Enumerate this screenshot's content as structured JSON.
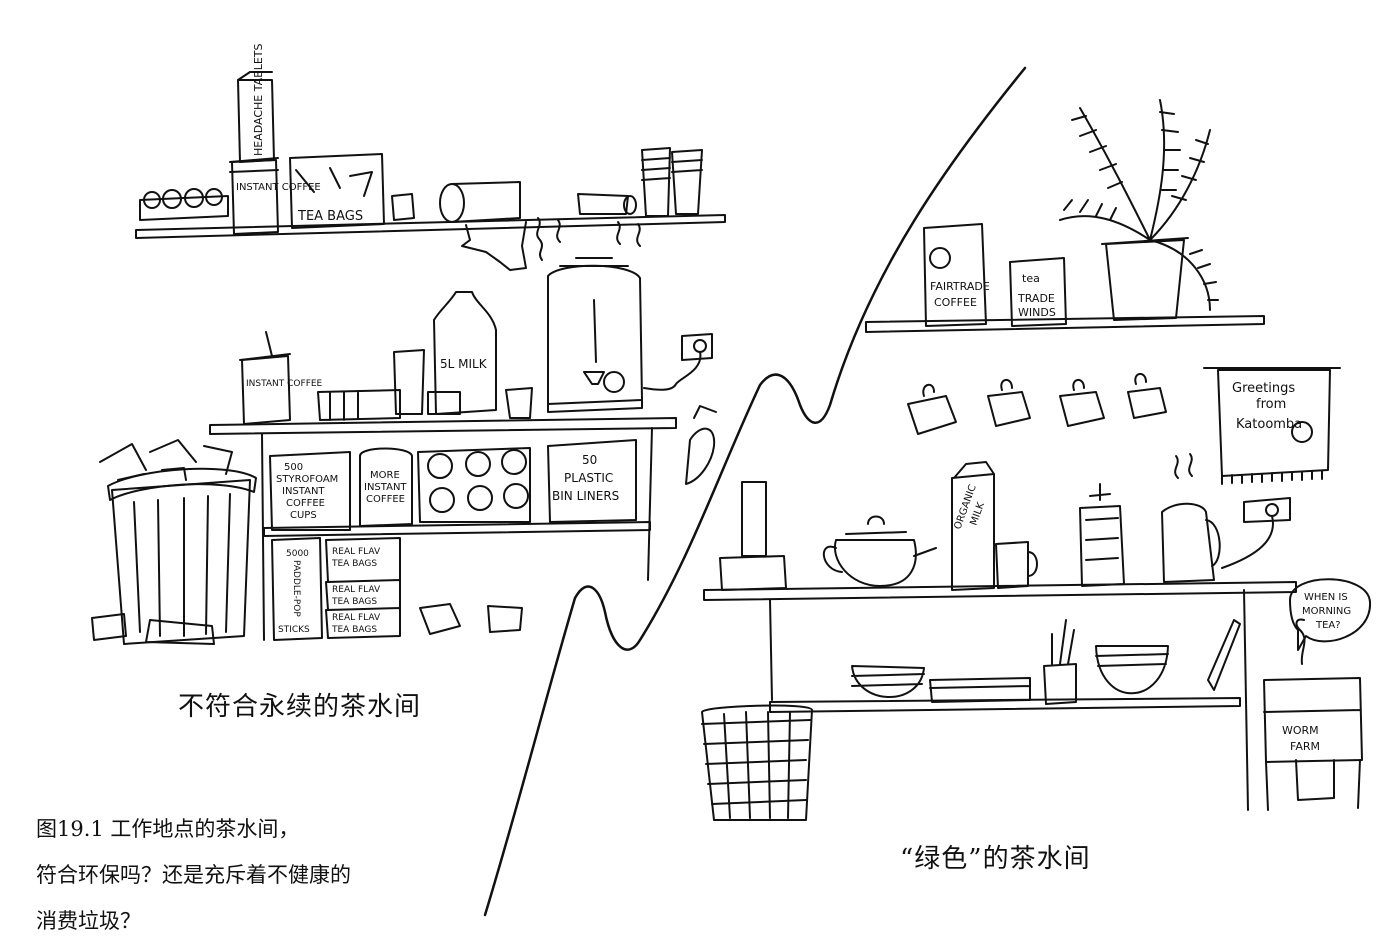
{
  "captions": {
    "left_title": "不符合永续的茶水间",
    "right_title": "“绿色”的茶水间",
    "figure_lines": [
      "图19.1  工作地点的茶水间，",
      "符合环保吗？还是充斥着不健康的",
      "消费垃圾？"
    ]
  },
  "left_labels": {
    "headache_tablets": "HEADACHE TABLETS",
    "instant_coffee_top": "INSTANT COFFEE",
    "tea_bags": "TEA BAGS",
    "milk": "5L MILK",
    "instant_coffee_mid": "INSTANT COFFEE",
    "styrofoam": [
      "500",
      "STYROFOAM",
      "INSTANT",
      "COFFEE",
      "CUPS"
    ],
    "more_coffee": [
      "MORE",
      "INSTANT",
      "COFFEE"
    ],
    "bin_liners": [
      "50",
      "PLASTIC",
      "BIN LINERS"
    ],
    "paddle_pop": [
      "5000",
      "PADDLE-POP",
      "STICKS"
    ],
    "real_flav": [
      "REAL FLAV",
      "TEA BAGS"
    ]
  },
  "right_labels": {
    "fairtrade": [
      "FAIRTRADE",
      "COFFEE"
    ],
    "tea_tin": [
      "tea",
      "TRADE",
      "WINDS"
    ],
    "greetings": [
      "Greetings",
      "from",
      "Katoomba"
    ],
    "organic_milk": [
      "ORGANIC",
      "MILK"
    ],
    "speech": [
      "WHEN IS",
      "MORNING",
      "TEA?"
    ],
    "worm_farm": [
      "WORM",
      "FARM"
    ]
  }
}
